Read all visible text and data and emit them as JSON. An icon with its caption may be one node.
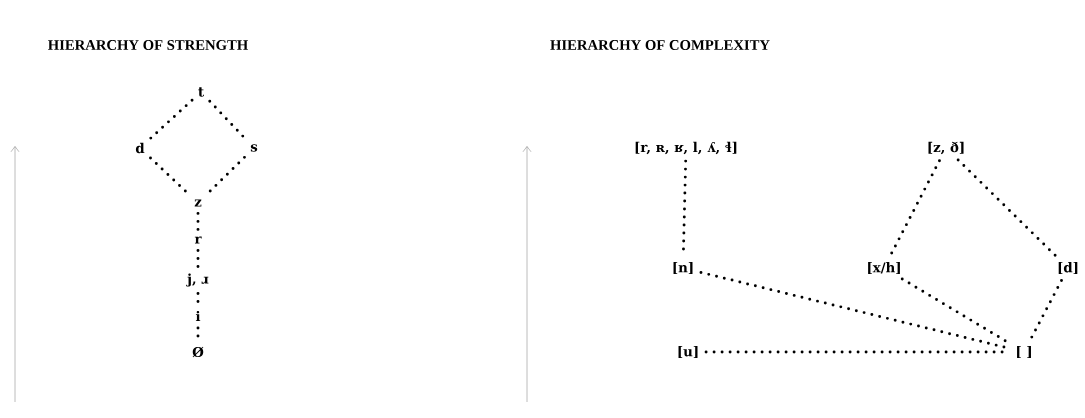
{
  "diagram": {
    "nodes": [
      {
        "text": [
          "t"
        ]
      },
      {
        "text": [
          "d"
        ]
      },
      {
        "text": [
          "s"
        ]
      },
      {
        "text": [
          "z"
        ]
      },
      {
        "text": [
          "r"
        ]
      },
      {
        "text": [
          "j, ɹ"
        ]
      },
      {
        "text": [
          "i"
        ]
      },
      {
        "text": [
          "Ø"
        ]
      },
      {
        "text": [
          "[r, ʀ, ʁ, l, ʎ, ɬ]"
        ]
      },
      {
        "text": [
          "[z, ð]"
        ]
      },
      {
        "text": [
          "[n]"
        ]
      },
      {
        "text": [
          "[x/h]"
        ]
      },
      {
        "text": [
          "[d]"
        ]
      },
      {
        "text": [
          "[u]"
        ]
      },
      {
        "text": [
          "[ ]"
        ]
      }
    ],
    "edges": [
      {
        "from": 0,
        "to": 1,
        "arrow": "none"
      },
      {
        "from": 0,
        "to": 2,
        "arrow": "none"
      },
      {
        "from": 1,
        "to": 3,
        "arrow": "none"
      },
      {
        "from": 2,
        "to": 3,
        "arrow": "none"
      },
      {
        "from": 3,
        "to": 4,
        "arrow": "none"
      },
      {
        "from": 4,
        "to": 5,
        "arrow": "none"
      },
      {
        "from": 5,
        "to": 6,
        "arrow": "none"
      },
      {
        "from": 6,
        "to": 7,
        "arrow": "none"
      },
      {
        "from": 8,
        "to": 10,
        "arrow": "none"
      },
      {
        "from": 9,
        "to": 11,
        "arrow": "none"
      },
      {
        "from": 9,
        "to": 12,
        "arrow": "none"
      },
      {
        "from": 10,
        "to": 14,
        "arrow": "none"
      },
      {
        "from": 11,
        "to": 14,
        "arrow": "none"
      },
      {
        "from": 12,
        "to": 14,
        "arrow": "none"
      },
      {
        "from": 13,
        "to": 14,
        "arrow": "none"
      }
    ],
    "labels": [
      "HIERARCHY OF STRENGTH",
      "HIERARCHY OF COMPLEXITY"
    ]
  }
}
